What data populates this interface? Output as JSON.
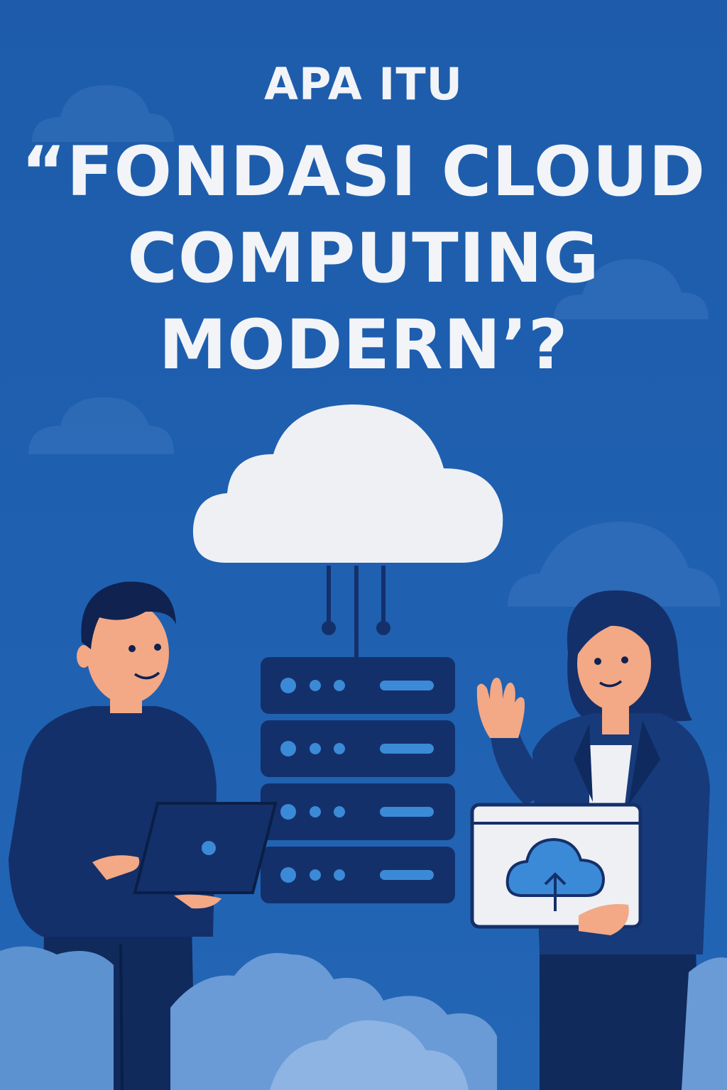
{
  "poster": {
    "kicker": "APA ITU",
    "title_lines": [
      "“FONDASI CLOUD",
      "COMPUTING",
      "MODERN’?"
    ]
  },
  "illustration": {
    "icons": [
      "cloud-icon",
      "server-rack-icon",
      "laptop-icon",
      "cloud-upload-icon"
    ],
    "colors": {
      "background": "#1f5fae",
      "navy": "#14306a",
      "cloud_white": "#eef0f4",
      "accent_blue": "#3b8ad8",
      "skin": "#f3a886"
    }
  }
}
